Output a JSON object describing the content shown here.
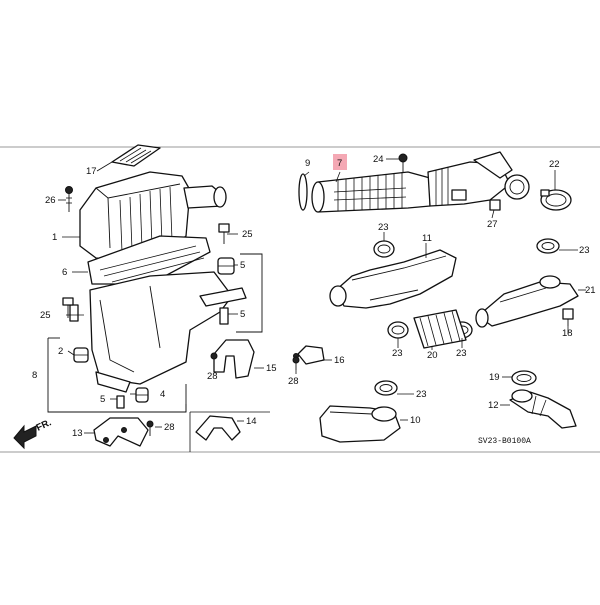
{
  "diagram": {
    "callouts": {
      "c1": "1",
      "c2": "2",
      "c4": "4",
      "c5a": "5",
      "c5b": "5",
      "c5c": "5",
      "c6": "6",
      "c7": "7",
      "c8": "8",
      "c9": "9",
      "c10": "10",
      "c11": "11",
      "c12": "12",
      "c13": "13",
      "c14": "14",
      "c15": "15",
      "c16": "16",
      "c17": "17",
      "c18": "18",
      "c19": "19",
      "c20": "20",
      "c21": "21",
      "c22": "22",
      "c23a": "23",
      "c23b": "23",
      "c23c": "23",
      "c23d": "23",
      "c23e": "23",
      "c24": "24",
      "c25a": "25",
      "c25b": "25",
      "c26": "26",
      "c27": "27",
      "c28a": "28",
      "c28b": "28",
      "c28c": "28"
    },
    "front_label": "FR.",
    "diagram_code": "SV23-B0100A",
    "highlighted_callout": "7",
    "highlight_color": "#f4a8b4"
  }
}
